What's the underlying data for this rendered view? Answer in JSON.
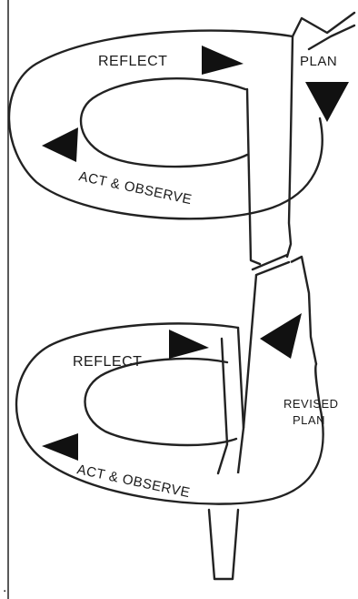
{
  "diagram": {
    "upper_cycle": {
      "reflect": "REFLECT",
      "plan": "PLAN",
      "act_observe": "ACT & OBSERVE"
    },
    "lower_cycle": {
      "reflect": "REFLECT",
      "revised_plan_line1": "REVISED",
      "revised_plan_line2": "PLAN",
      "act_observe": "ACT & OBSERVE"
    },
    "dot_marker": "."
  }
}
